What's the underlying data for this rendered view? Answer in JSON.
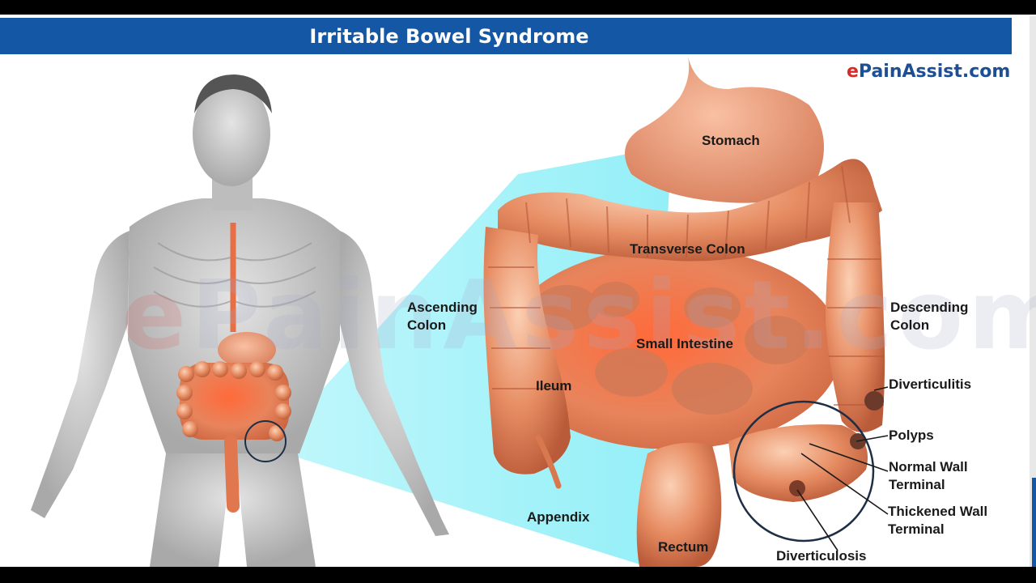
{
  "title": "Irritable Bowel Syndrome",
  "brand": {
    "prefix": "e",
    "rest": "PainAssist.com"
  },
  "watermark": {
    "prefix": "e",
    "rest": "PainAssist.com"
  },
  "labels": {
    "stomach": "Stomach",
    "transverse_colon": "Transverse Colon",
    "ascending_colon_1": "Ascending",
    "ascending_colon_2": "Colon",
    "descending_colon_1": "Descending",
    "descending_colon_2": "Colon",
    "small_intestine": "Small Intestine",
    "ileum": "Ileum",
    "diverticulitis": "Diverticulitis",
    "polyps": "Polyps",
    "normal_wall_1": "Normal Wall",
    "normal_wall_2": "Terminal",
    "thickened_wall_1": "Thickened Wall",
    "thickened_wall_2": "Terminal",
    "appendix": "Appendix",
    "rectum": "Rectum",
    "diverticulosis": "Diverticulosis"
  },
  "colors": {
    "title_bar": "#1458a5",
    "brand_blue": "#1c4f95",
    "brand_red": "#d92a2a",
    "intestine": "#e2784f",
    "zoom_cone": "#9ff0f7",
    "body_gray": "#bdbdbd"
  }
}
